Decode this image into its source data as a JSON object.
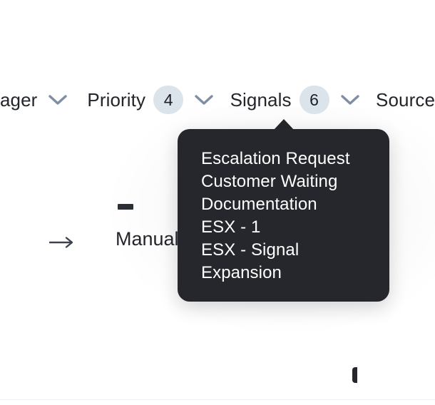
{
  "filter_bar": {
    "groups": [
      {
        "label": "ager",
        "badge": null,
        "chevron_icon": "chevron-down-icon",
        "name": "manager"
      },
      {
        "label": "Priority",
        "badge": "4",
        "chevron_icon": "chevron-down-icon",
        "name": "priority"
      },
      {
        "label": "Signals",
        "badge": "6",
        "chevron_icon": "chevron-down-icon",
        "name": "signals"
      },
      {
        "label": "Source",
        "badge": null,
        "chevron_icon": null,
        "name": "source"
      }
    ]
  },
  "content": {
    "arrow_icon": "arrow-right-icon",
    "dash_marker": "-",
    "row_label": "Manual"
  },
  "tooltip": {
    "pointer_icon": "tooltip-pointer-icon",
    "items": [
      "Escalation Request",
      "Customer Waiting",
      "Documentation",
      "ESX - 1",
      "ESX - Signal",
      "Expansion"
    ]
  },
  "colors": {
    "page_background": "#ffffff",
    "text_primary": "#22252a",
    "badge_background": "#dbe3eb",
    "chevron": "#7e8ea3",
    "tooltip_background": "#26272c",
    "tooltip_text": "#ffffff",
    "divider": "#eef2f7"
  }
}
